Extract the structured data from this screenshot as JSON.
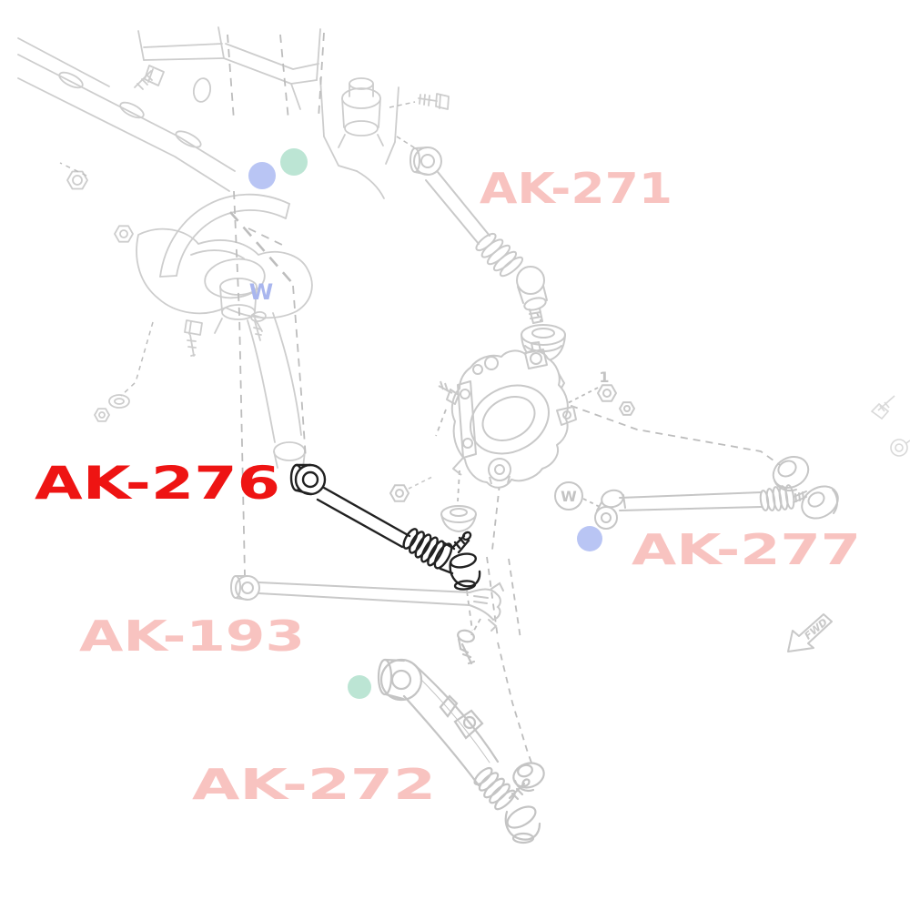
{
  "diagram": {
    "description": "Rear suspension exploded parts diagram with part-number callouts",
    "colors": {
      "background": "#ffffff",
      "line_gray": "#c9c9c9",
      "highlight_red": "#ee1413",
      "label_pink": "#f8c3c0",
      "part_dark": "#212121",
      "dot_blue": "#b9c5f4",
      "dot_teal": "#bce5d4",
      "w_blue": "#a9b6ee",
      "marker_gray": "#c3c3c3"
    },
    "labels": [
      {
        "id": "ak-271",
        "text": "AK-271",
        "highlighted": false
      },
      {
        "id": "ak-276",
        "text": "AK-276",
        "highlighted": true
      },
      {
        "id": "ak-277",
        "text": "AK-277",
        "highlighted": false
      },
      {
        "id": "ak-193",
        "text": "AK-193",
        "highlighted": false
      },
      {
        "id": "ak-272",
        "text": "AK-272",
        "highlighted": false
      }
    ],
    "markers": {
      "w_plain": "W",
      "w_circled": "W",
      "callout_1": "1",
      "fwd_arrow": "FWD"
    }
  }
}
